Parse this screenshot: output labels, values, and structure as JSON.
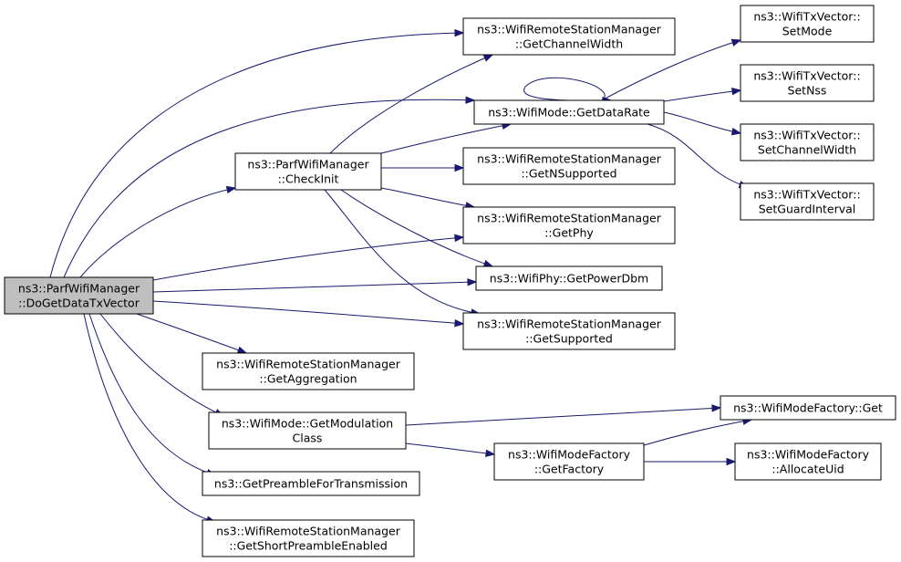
{
  "diagram": {
    "nodes": [
      {
        "id": "root",
        "lines": [
          "ns3::ParfWifiManager",
          "::DoGetDataTxVector"
        ],
        "root": true
      },
      {
        "id": "checkinit",
        "lines": [
          "ns3::ParfWifiManager",
          "::CheckInit"
        ]
      },
      {
        "id": "getchannelwidth",
        "lines": [
          "ns3::WifiRemoteStationManager",
          "::GetChannelWidth"
        ]
      },
      {
        "id": "getdatarate",
        "lines": [
          "ns3::WifiMode::GetDataRate"
        ]
      },
      {
        "id": "getnsupported",
        "lines": [
          "ns3::WifiRemoteStationManager",
          "::GetNSupported"
        ]
      },
      {
        "id": "getphy",
        "lines": [
          "ns3::WifiRemoteStationManager",
          "::GetPhy"
        ]
      },
      {
        "id": "getpowerdbm",
        "lines": [
          "ns3::WifiPhy::GetPowerDbm"
        ]
      },
      {
        "id": "getsupported",
        "lines": [
          "ns3::WifiRemoteStationManager",
          "::GetSupported"
        ]
      },
      {
        "id": "getaggregation",
        "lines": [
          "ns3::WifiRemoteStationManager",
          "::GetAggregation"
        ]
      },
      {
        "id": "getmodulationclass",
        "lines": [
          "ns3::WifiMode::GetModulation",
          "Class"
        ]
      },
      {
        "id": "getpreamble",
        "lines": [
          "ns3::GetPreambleForTransmission"
        ]
      },
      {
        "id": "getshortpreamble",
        "lines": [
          "ns3::WifiRemoteStationManager",
          "::GetShortPreambleEnabled"
        ]
      },
      {
        "id": "setmode",
        "lines": [
          "ns3::WifiTxVector::",
          "SetMode"
        ]
      },
      {
        "id": "setnss",
        "lines": [
          "ns3::WifiTxVector::",
          "SetNss"
        ]
      },
      {
        "id": "setchannelwidth",
        "lines": [
          "ns3::WifiTxVector::",
          "SetChannelWidth"
        ]
      },
      {
        "id": "setguardinterval",
        "lines": [
          "ns3::WifiTxVector::",
          "SetGuardInterval"
        ]
      },
      {
        "id": "modefactoryget",
        "lines": [
          "ns3::WifiModeFactory::Get"
        ]
      },
      {
        "id": "modefactorygetfactory",
        "lines": [
          "ns3::WifiModeFactory",
          "::GetFactory"
        ]
      },
      {
        "id": "allocateuid",
        "lines": [
          "ns3::WifiModeFactory",
          "::AllocateUid"
        ]
      }
    ],
    "edges": [
      {
        "from": "root",
        "to": "checkinit"
      },
      {
        "from": "root",
        "to": "getchannelwidth"
      },
      {
        "from": "root",
        "to": "getdatarate"
      },
      {
        "from": "root",
        "to": "getphy"
      },
      {
        "from": "root",
        "to": "getpowerdbm"
      },
      {
        "from": "root",
        "to": "getsupported"
      },
      {
        "from": "root",
        "to": "getaggregation"
      },
      {
        "from": "root",
        "to": "getmodulationclass"
      },
      {
        "from": "root",
        "to": "getpreamble"
      },
      {
        "from": "root",
        "to": "getshortpreamble"
      },
      {
        "from": "checkinit",
        "to": "getchannelwidth"
      },
      {
        "from": "checkinit",
        "to": "getdatarate"
      },
      {
        "from": "checkinit",
        "to": "getnsupported"
      },
      {
        "from": "checkinit",
        "to": "getphy"
      },
      {
        "from": "checkinit",
        "to": "getpowerdbm"
      },
      {
        "from": "checkinit",
        "to": "getsupported"
      },
      {
        "from": "getdatarate",
        "to": "getdatarate"
      },
      {
        "from": "getdatarate",
        "to": "setmode"
      },
      {
        "from": "getdatarate",
        "to": "setnss"
      },
      {
        "from": "getdatarate",
        "to": "setchannelwidth"
      },
      {
        "from": "getdatarate",
        "to": "setguardinterval"
      },
      {
        "from": "getmodulationclass",
        "to": "modefactoryget"
      },
      {
        "from": "getmodulationclass",
        "to": "modefactorygetfactory"
      },
      {
        "from": "modefactorygetfactory",
        "to": "modefactoryget"
      },
      {
        "from": "modefactorygetfactory",
        "to": "allocateuid"
      }
    ]
  }
}
